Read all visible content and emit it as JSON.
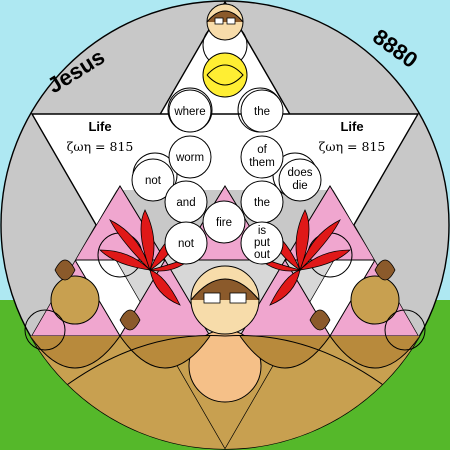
{
  "title_left": "Jesus",
  "title_right": "8880",
  "left_panel": {
    "heading": "Life",
    "greek": "ζωη = 815"
  },
  "right_panel": {
    "heading": "Life",
    "greek": "ζωη = 815"
  },
  "words": {
    "where": "where",
    "the_top": "the",
    "worm": "worm",
    "of": "of",
    "them": "them",
    "not_left": "not",
    "does": "does",
    "die": "die",
    "and": "and",
    "the_mid": "the",
    "fire": "fire",
    "not_low": "not",
    "is": "is",
    "put": "put",
    "out": "out"
  },
  "colors": {
    "sky": "#aee8f2",
    "ground": "#55b82a",
    "disc": "#c8c8c8",
    "petal_red": "#e01818",
    "petal_brown": "#8b5a2b",
    "earth": "#c8a050",
    "earth_deep": "#a87830",
    "peach": "#f5c088",
    "pink": "#f0a6cf",
    "yellow": "#ffee33",
    "face": "#f7dcaa"
  }
}
